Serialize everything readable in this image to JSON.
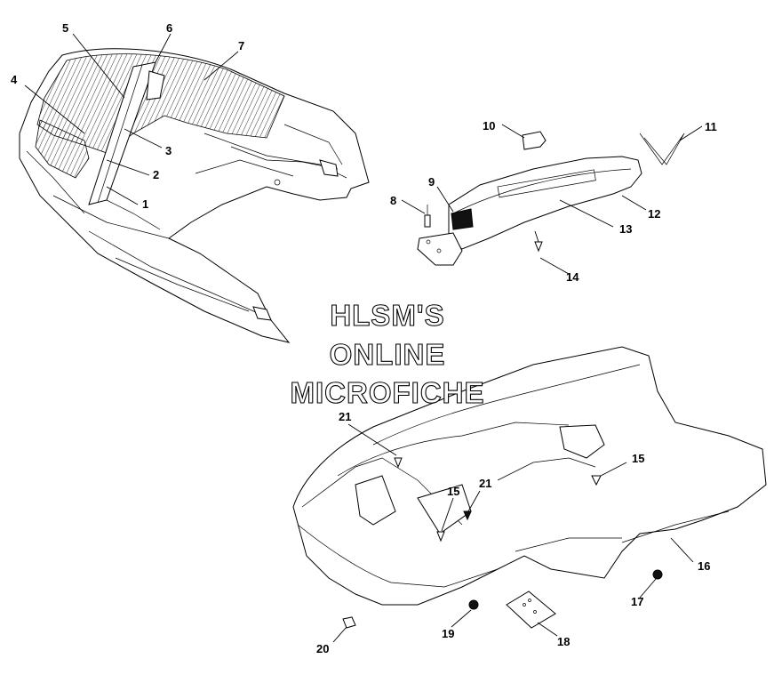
{
  "watermark": {
    "line1": "HLSM'S",
    "line2": "ONLINE",
    "line3": "MICROFICHE"
  },
  "callouts": [
    "1",
    "2",
    "3",
    "4",
    "5",
    "6",
    "7",
    "8",
    "9",
    "10",
    "11",
    "12",
    "13",
    "14",
    "15",
    "15",
    "16",
    "17",
    "18",
    "19",
    "20",
    "21",
    "21"
  ]
}
